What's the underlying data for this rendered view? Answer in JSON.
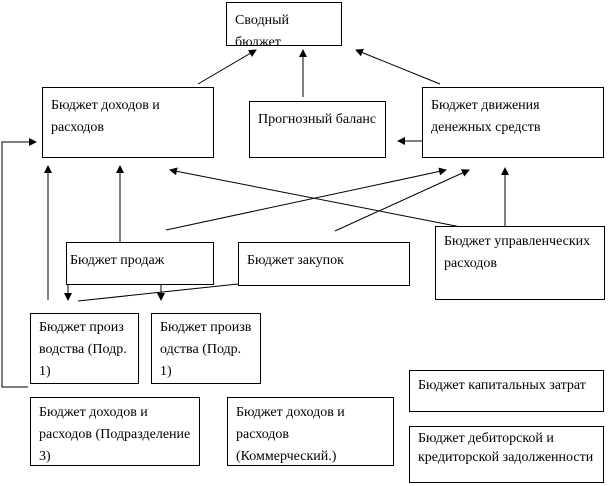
{
  "boxes": {
    "summary": "Сводный бюджет",
    "income_expense": "Бюджет доходов и расходов",
    "forecast_balance": "Прогнозный баланс",
    "cash_flow": "Бюджет движения денежных средств",
    "sales": "Бюджет продаж",
    "purchases": "Бюджет закупок",
    "management_expenses": "Бюджет управленческих расходов",
    "production_1": "Бюджет производства (Подр. 1)",
    "production_2": "Бюджет производства (Подр. 1)",
    "income_expense_div3": "Бюджет доходов и расходов (Подразделение 3)",
    "income_expense_commercial": "Бюджет доходов и расходов (Коммерческий.)",
    "capital_expenses": "Бюджет капитальных затрат",
    "receivables_payables": "Бюджет дебиторской и кредиторской задолженности"
  }
}
